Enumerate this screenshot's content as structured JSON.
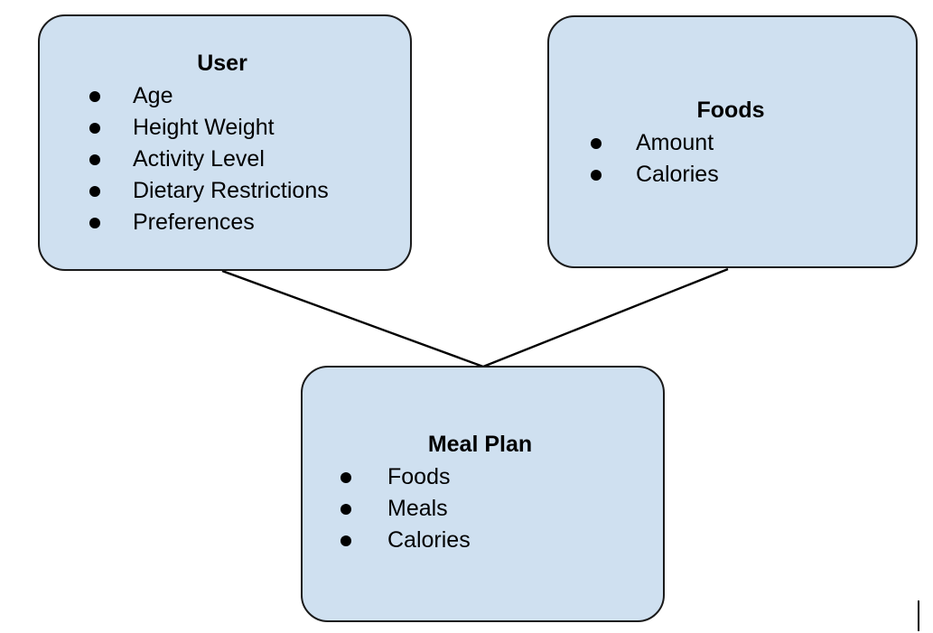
{
  "diagram": {
    "type": "entity-relationship",
    "background_color": "#ffffff",
    "box_fill_color": "#cfe0f0",
    "box_border_color": "#1a1a1a",
    "connector_color": "#000000",
    "boxes": [
      {
        "id": "user",
        "title": "User",
        "attributes": [
          "Age",
          "Height Weight",
          "Activity Level",
          "Dietary Restrictions",
          "Preferences"
        ]
      },
      {
        "id": "foods",
        "title": "Foods",
        "attributes": [
          "Amount",
          "Calories"
        ]
      },
      {
        "id": "mealplan",
        "title": "Meal Plan",
        "attributes": [
          "Foods",
          "Meals",
          "Calories"
        ]
      }
    ],
    "connectors": [
      {
        "from": "user",
        "to": "mealplan"
      },
      {
        "from": "foods",
        "to": "mealplan"
      }
    ]
  }
}
